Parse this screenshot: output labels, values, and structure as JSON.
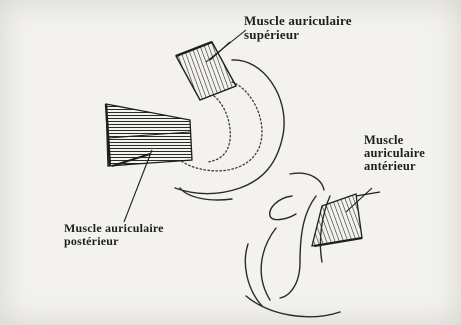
{
  "labels": {
    "superior": {
      "line1": "Muscle auriculaire",
      "line2": "supérieur"
    },
    "anterior": {
      "line1": "Muscle",
      "line2": "auriculaire",
      "line3": "antérieur"
    },
    "posterior": {
      "line1": "Muscle auriculaire",
      "line2": "postérieur"
    }
  },
  "colors": {
    "ink": "#1e1e1e",
    "paper": "#f3f2ee"
  }
}
